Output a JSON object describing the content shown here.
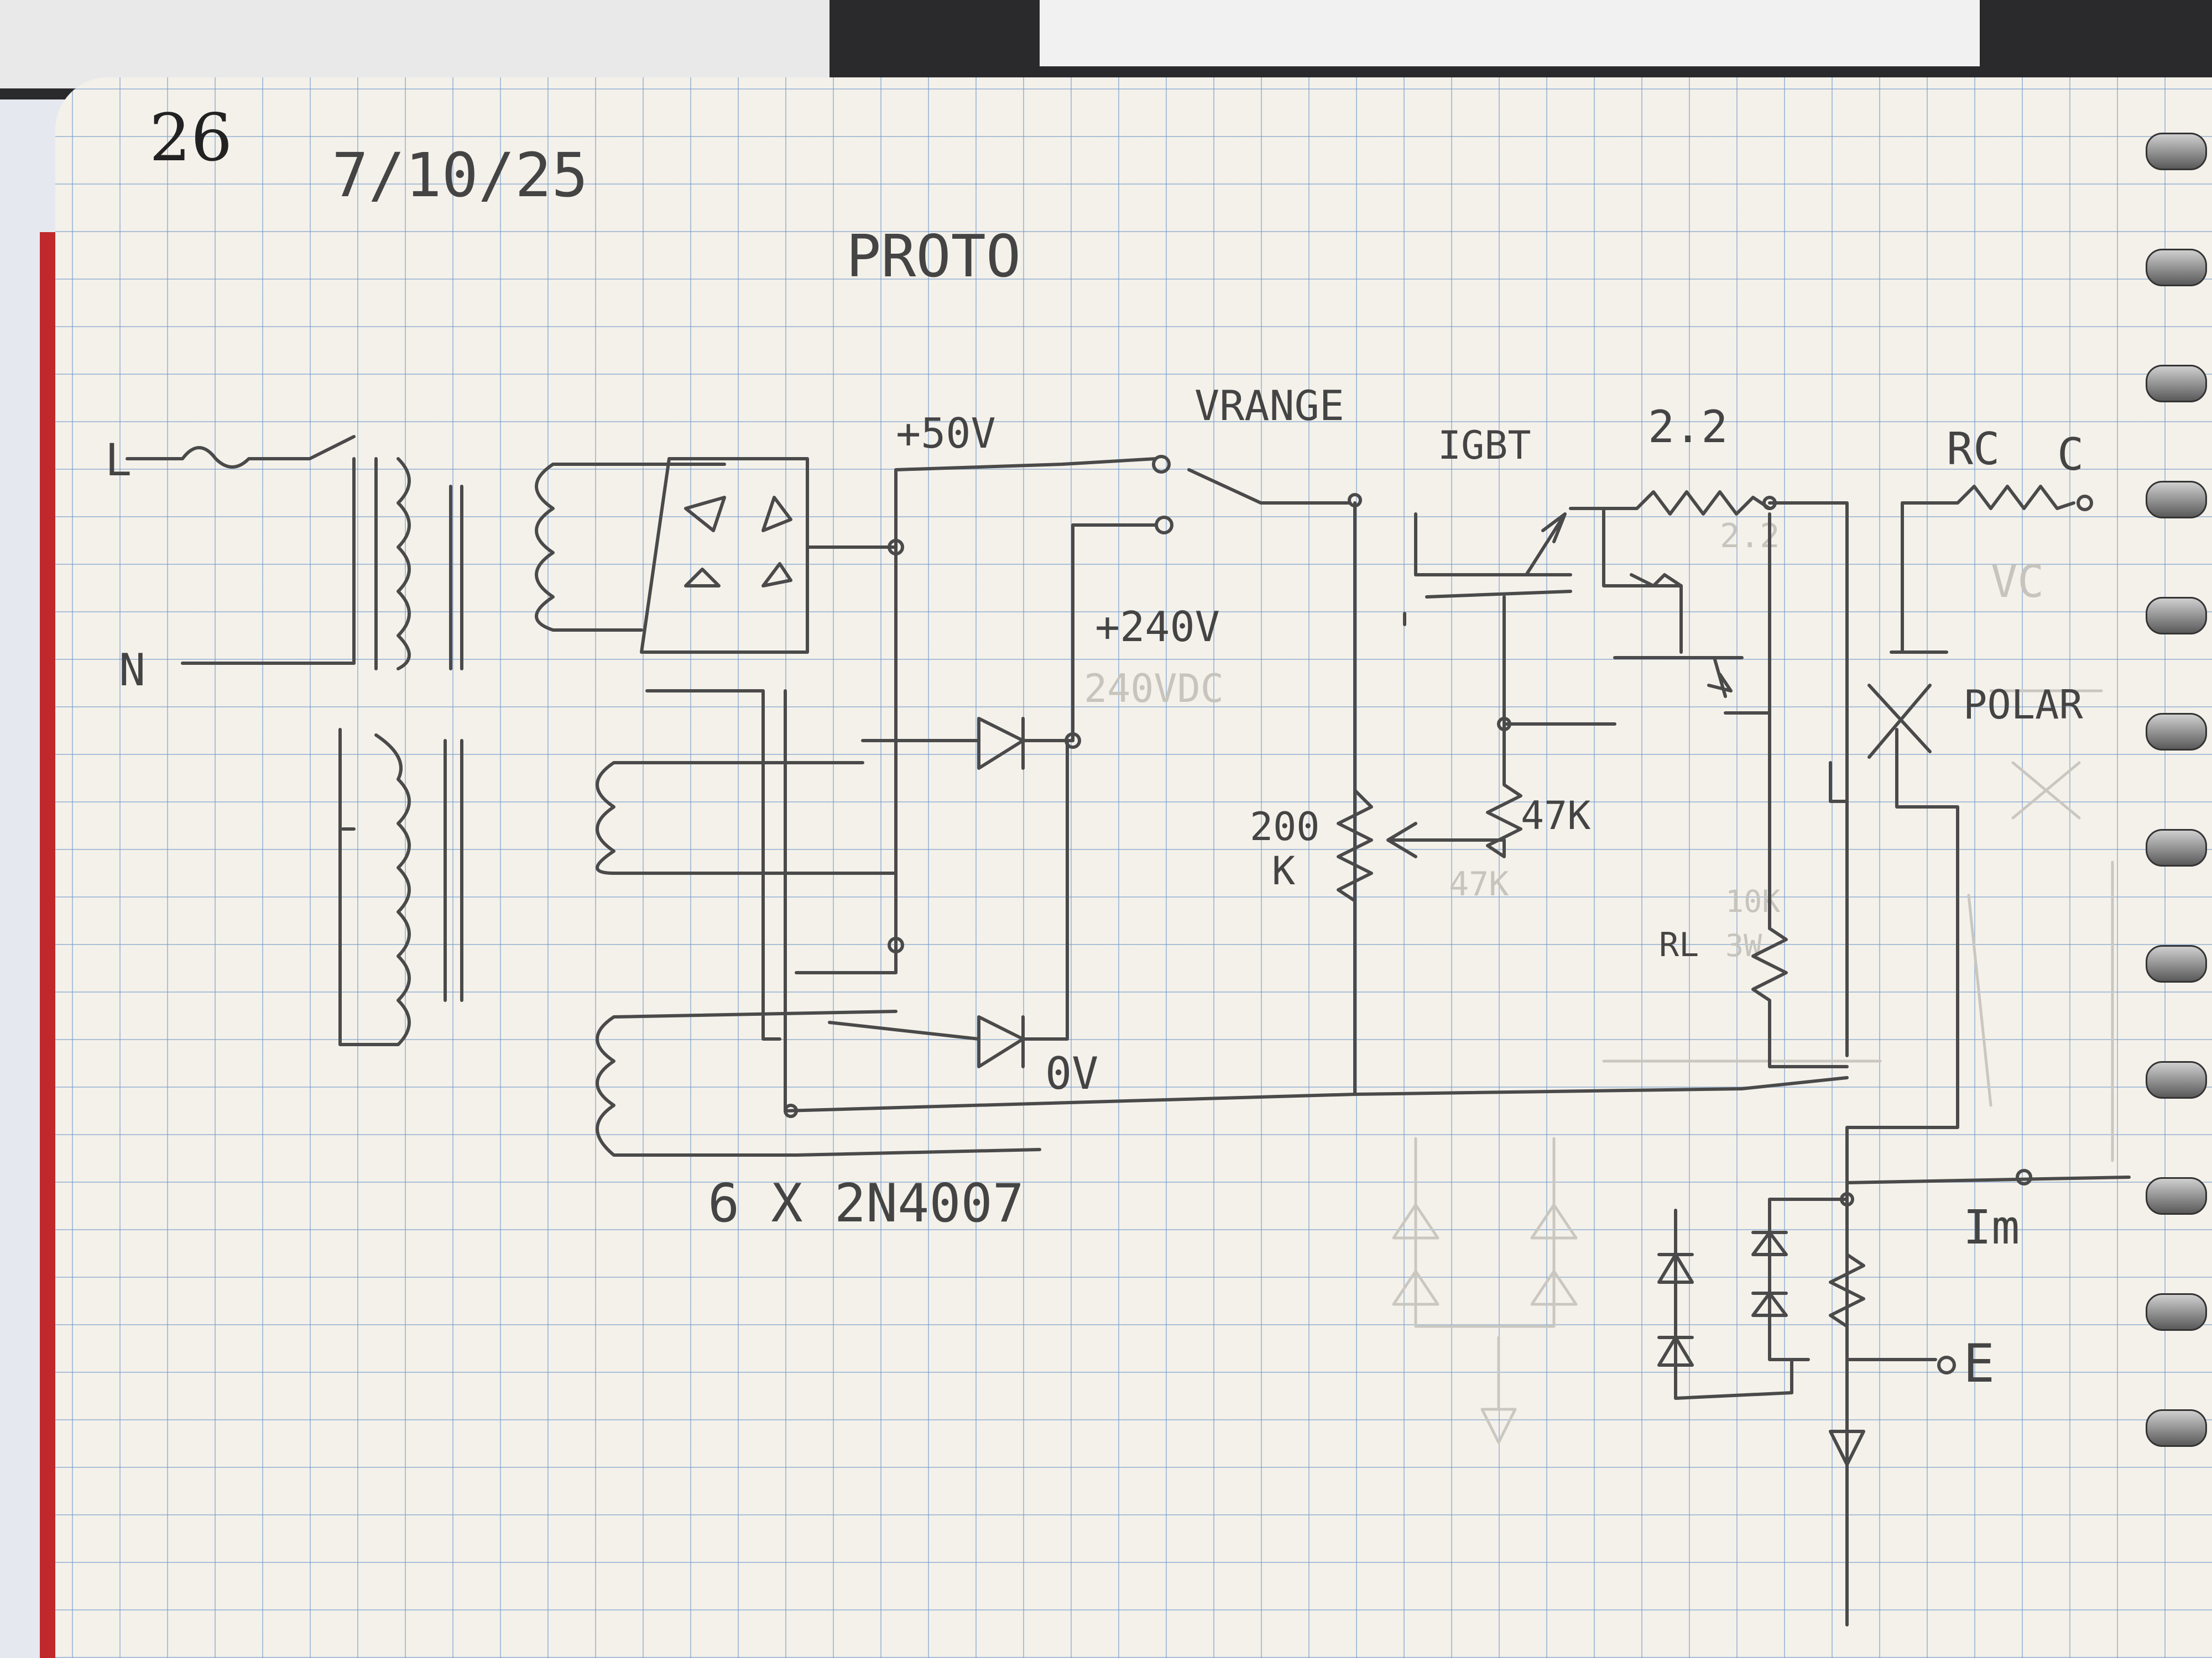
{
  "page_number": "26",
  "date": "7/10/25",
  "title": "PROTO",
  "labels": {
    "line": "L",
    "neutral": "N",
    "plus50": "+50V",
    "plus240": "+240V",
    "plus240_faint": "240VDC",
    "vrange": "VRANGE",
    "igbt": "IGBT",
    "r_2_2": "2.2",
    "r_2_2_faint": "2.2",
    "rc": "RC",
    "c_terminal": "C",
    "vc_faint": "VC",
    "polar": "POLAR",
    "pot_200": "200",
    "pot_k": "K",
    "r47k": "47K",
    "r47k_faint": "47K",
    "rl": "RL",
    "rl_value": "10K",
    "rl_watt": "3W",
    "zero_v": "0V",
    "diodes": "6 X 2N4007",
    "im": "Im",
    "e_terminal": "E"
  }
}
